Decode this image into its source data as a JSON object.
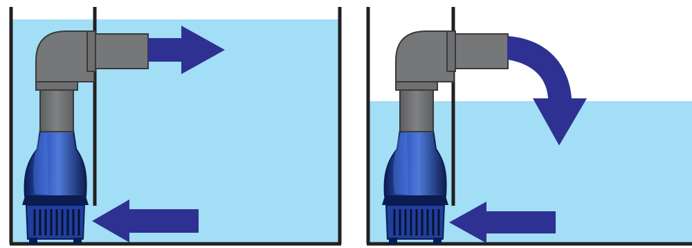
{
  "colors": {
    "water": "#a2def5",
    "tank_wall": "#231f20",
    "pipe": "#767779",
    "pipe_edge": "#3a3a3a",
    "pump_body": "#1f3f9e",
    "pump_dark": "#0c1c50",
    "pump_highlight": "#5c86e0",
    "arrow": "#2e3192",
    "background": "#ffffff"
  },
  "diagram": {
    "panels": [
      {
        "id": "left",
        "water_level": "full",
        "outlet_arrow": "straight-right",
        "inlet_arrow": "left",
        "icons": [
          "tank-icon",
          "pump-icon",
          "elbow-pipe-icon",
          "outflow-arrow-icon",
          "inflow-arrow-icon"
        ]
      },
      {
        "id": "right",
        "water_level": "lowered",
        "outlet_arrow": "curved-down",
        "inlet_arrow": "left",
        "icons": [
          "tank-icon",
          "pump-icon",
          "elbow-pipe-icon",
          "outflow-arrow-icon",
          "inflow-arrow-icon"
        ]
      }
    ]
  }
}
